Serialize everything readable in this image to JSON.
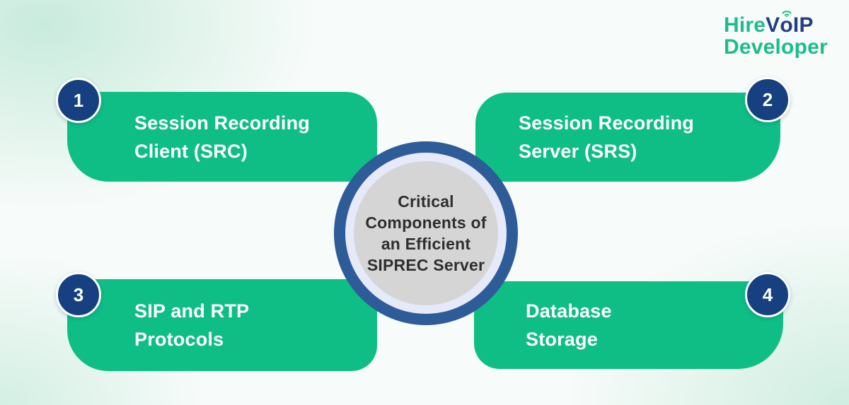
{
  "logo": {
    "hire": "Hire",
    "v": "V",
    "o": "o",
    "ip": "IP",
    "developer": "Developer",
    "green": "#1cbd8c",
    "navy": "#223f85"
  },
  "center_circle": {
    "line1": "Critical",
    "line2": "Components of",
    "line3": "an Efficient",
    "line4": "SIPREC Server"
  },
  "components": [
    {
      "number": "1",
      "line1": "Session Recording",
      "line2": "Client (SRC)"
    },
    {
      "number": "2",
      "line1": "Session Recording",
      "line2": "Server (SRS)"
    },
    {
      "number": "3",
      "line1": "SIP and RTP",
      "line2": "Protocols"
    },
    {
      "number": "4",
      "line1": "Database",
      "line2": "Storage"
    }
  ],
  "colors": {
    "card_green": "#0fbe84",
    "badge_navy": "#16407f",
    "hub_ring_navy": "#2e5c99",
    "hub_ring_light": "#e6eaf8",
    "hub_core_gray": "#d6d5d6",
    "card_text": "#ffffff",
    "hub_text": "#2e2e2e",
    "background_tint": "#d2eee1"
  }
}
